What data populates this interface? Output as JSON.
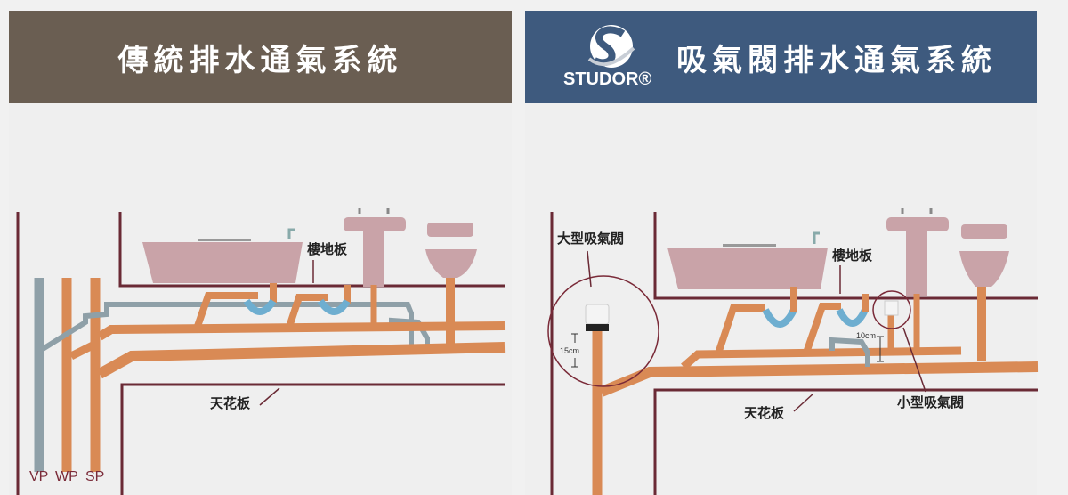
{
  "left": {
    "title": "傳統排水通氣系統",
    "floor_label": "樓地板",
    "ceiling_label": "天花板",
    "pipe_labels": [
      "VP",
      "WP",
      "SP"
    ]
  },
  "right": {
    "logo_text": "STUDOR®",
    "title": "吸氣閥排水通氣系統",
    "large_valve_label": "大型吸氣閥",
    "small_valve_label": "小型吸氣閥",
    "floor_label": "樓地板",
    "ceiling_label": "天花板",
    "large_valve_height": "15cm",
    "small_valve_height": "10cm"
  },
  "colors": {
    "left_header": "#6a5e52",
    "right_header": "#3e5a7e",
    "pipe_orange": "#d98a55",
    "vent_grey": "#8fa0a8",
    "trap_blue": "#6eaed0",
    "fixture_pink": "#c9a3a8",
    "structure": "#6a2a35"
  }
}
